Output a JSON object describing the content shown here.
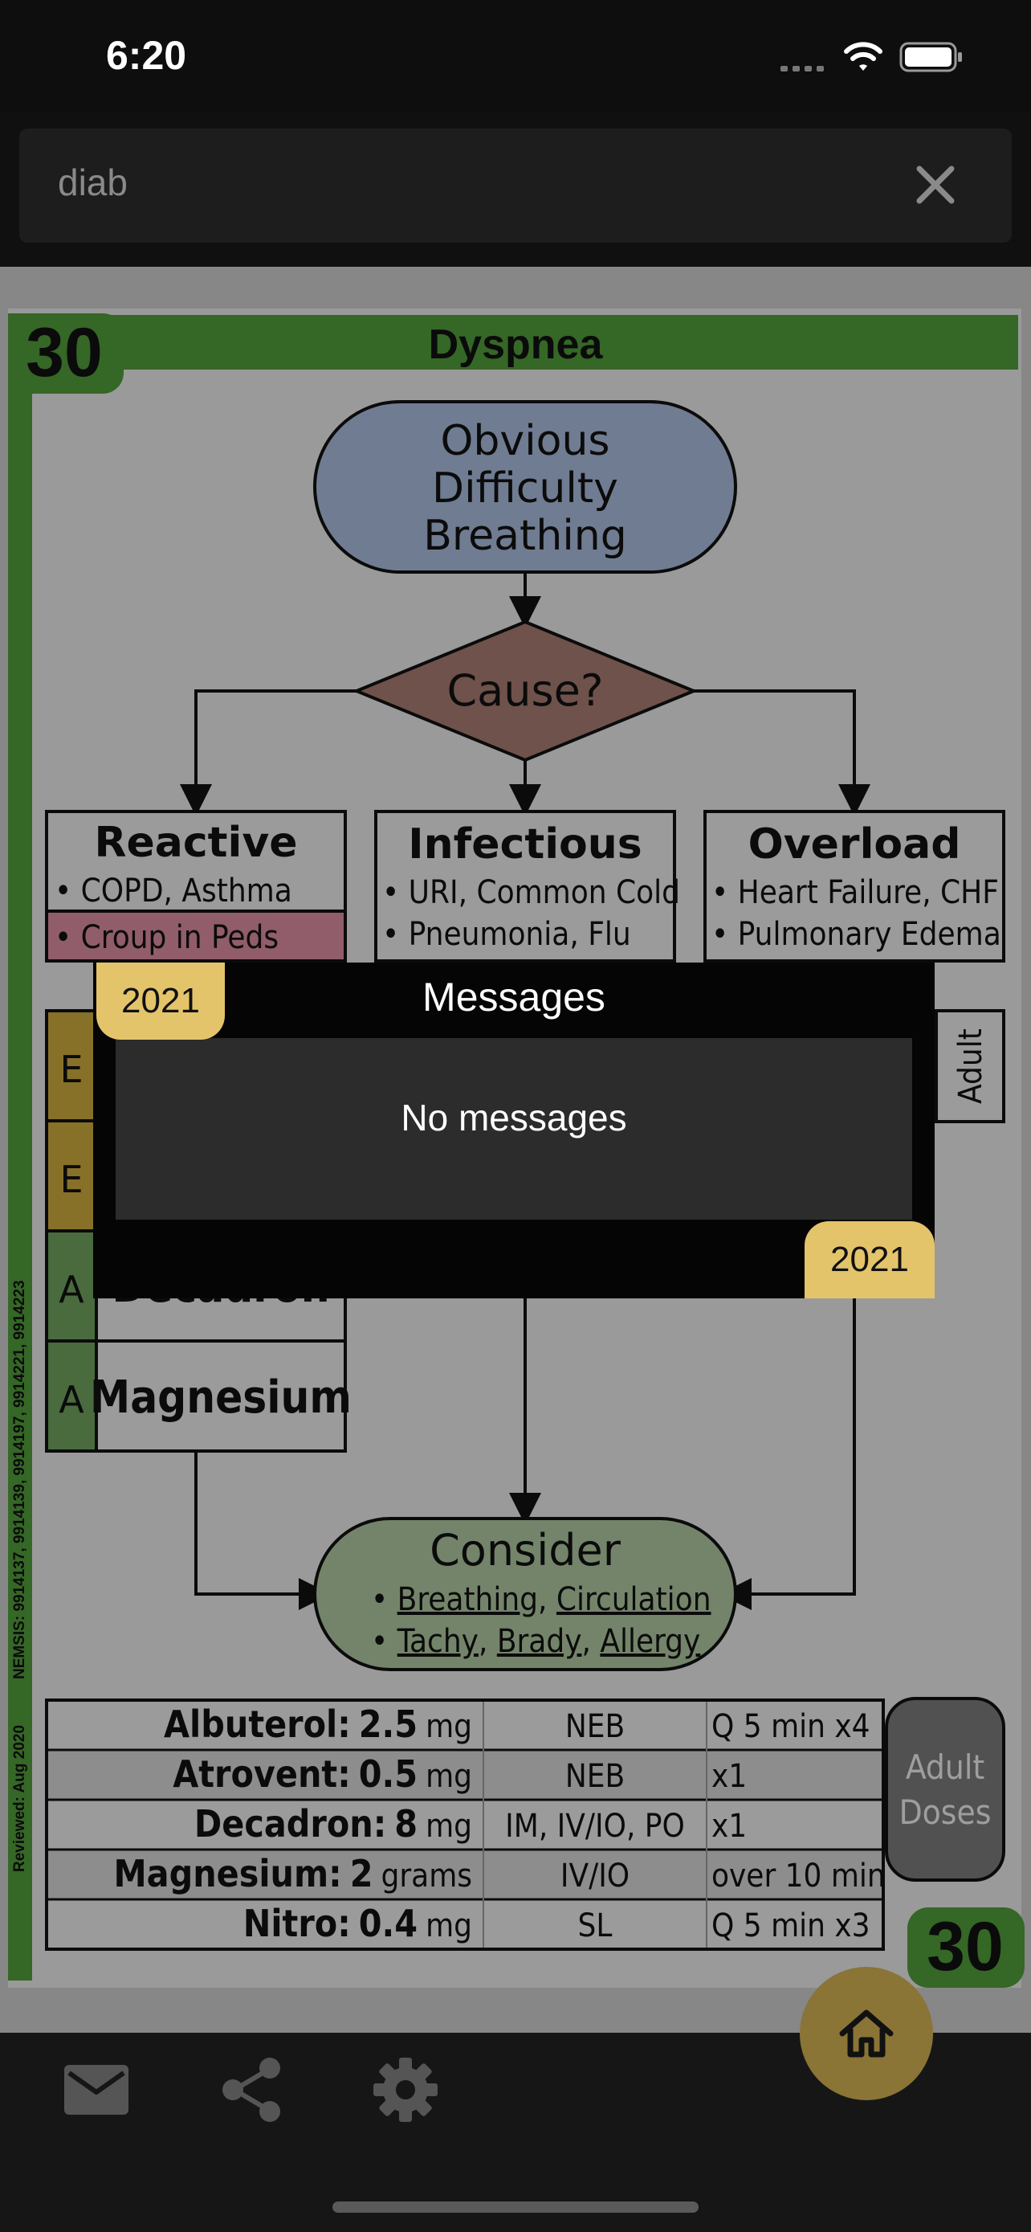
{
  "status_bar": {
    "time": "6:20",
    "signal_icon": "cellular-dots-icon",
    "wifi_icon": "wifi-icon",
    "battery_icon": "battery-icon"
  },
  "search": {
    "value": "diab",
    "clear_icon": "close-icon"
  },
  "protocol": {
    "number": "30",
    "title": "Dyspnea",
    "start_node": [
      "Obvious",
      "Difficulty",
      "Breathing"
    ],
    "decision": "Cause?",
    "boxes": [
      {
        "title": "Reactive",
        "items": [
          "• COPD, Asthma",
          "• Croup in Peds"
        ]
      },
      {
        "title": "Infectious",
        "items": [
          "• URI, Common Cold",
          "• Pneumonia, Flu"
        ]
      },
      {
        "title": "Overload",
        "items": [
          "• Heart Failure, CHF",
          "• Pulmonary Edema"
        ]
      }
    ],
    "levels": [
      "E",
      "E",
      "A",
      "A"
    ],
    "meds_partial": [
      "Decadron",
      "Magnesium"
    ],
    "adult_tab": "Adult",
    "consider": {
      "title": "Consider",
      "line1": [
        "Breathing",
        "Circulation"
      ],
      "line2": [
        "Tachy",
        "Brady",
        "Allergy"
      ]
    },
    "dose_table": [
      {
        "drug": "Albuterol:",
        "dose": "2.5",
        "unit": "mg",
        "route": "NEB",
        "freq": "Q 5 min x4"
      },
      {
        "drug": "Atrovent:",
        "dose": "0.5",
        "unit": "mg",
        "route": "NEB",
        "freq": "x1"
      },
      {
        "drug": "Decadron:",
        "dose": "8",
        "unit": "mg",
        "route": "IM, IV/IO, PO",
        "freq": "x1"
      },
      {
        "drug": "Magnesium:",
        "dose": "2",
        "unit": "grams",
        "route": "IV/IO",
        "freq": "over 10 min"
      },
      {
        "drug": "Nitro:",
        "dose": "0.4",
        "unit": "mg",
        "route": "SL",
        "freq": "Q 5 min x3"
      }
    ],
    "adult_doses_label": [
      "Adult",
      "Doses"
    ],
    "side_reviewed": "Reviewed: Aug 2020",
    "side_nemsis": "NEMSIS: 9914137, 9914139, 9914197, 9914221, 9914223"
  },
  "messages_modal": {
    "title": "Messages",
    "empty_text": "No messages",
    "badge_top": "2021",
    "badge_bottom": "2021"
  },
  "bottom_nav": {
    "mail_icon": "mail-icon",
    "share_icon": "share-icon",
    "settings_icon": "gear-icon",
    "home_icon": "home-icon"
  },
  "colors": {
    "brand_green": "#4f9a3a",
    "badge_gold": "#e4c46b",
    "start_node_blue": "#a7b9d8",
    "decision_brown": "#a67b70",
    "consider_green": "#aec59f",
    "croup_pink": "#d88b9f"
  }
}
